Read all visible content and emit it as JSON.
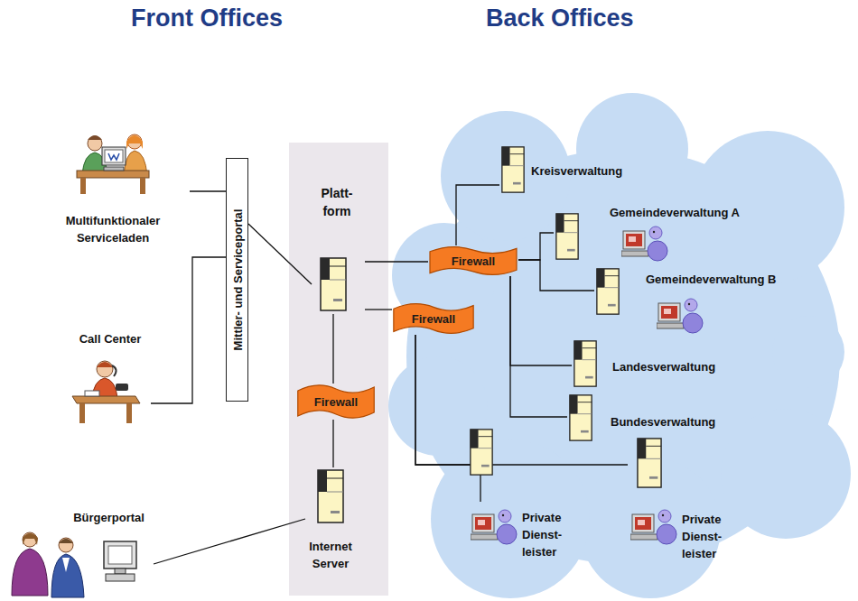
{
  "diagram": {
    "nodes": [
      {
        "text": [
          "Multifunktionaler Serviceladen"
        ]
      },
      {
        "text": [
          "Call Center"
        ]
      },
      {
        "text": [
          "Bürgerportal"
        ]
      },
      {
        "text": [
          "Mittler- und Serviceportal"
        ]
      },
      {
        "text": [
          "Platt- form"
        ]
      },
      {
        "text": [
          "Internet Server"
        ]
      },
      {
        "text": [
          "Firewall"
        ]
      },
      {
        "text": [
          "Firewall"
        ]
      },
      {
        "text": [
          "Firewall"
        ]
      },
      {
        "text": [
          "Kreisverwaltung"
        ]
      },
      {
        "text": [
          "Gemeindeverwaltung A"
        ]
      },
      {
        "text": [
          "Gemeindeverwaltung B"
        ]
      },
      {
        "text": [
          "Landesverwaltung"
        ]
      },
      {
        "text": [
          "Bundesverwaltung"
        ]
      },
      {
        "text": [
          "Private Dienst- leister"
        ]
      },
      {
        "text": [
          "Private Dienst- leister"
        ]
      }
    ],
    "edges": [
      {
        "from": 0,
        "to": 3,
        "arrow": "none"
      },
      {
        "from": 1,
        "to": 3,
        "arrow": "none"
      },
      {
        "from": 3,
        "to": 4,
        "arrow": "none"
      },
      {
        "from": 2,
        "to": 5,
        "arrow": "none"
      },
      {
        "from": 4,
        "to": 6,
        "arrow": "none"
      },
      {
        "from": 6,
        "to": 5,
        "arrow": "none"
      },
      {
        "from": 4,
        "to": 7,
        "arrow": "none"
      },
      {
        "from": 7,
        "to": 9,
        "arrow": "none"
      },
      {
        "from": 7,
        "to": 10,
        "arrow": "none"
      },
      {
        "from": 7,
        "to": 11,
        "arrow": "none"
      },
      {
        "from": 7,
        "to": 12,
        "arrow": "none"
      },
      {
        "from": 7,
        "to": 13,
        "arrow": "none"
      },
      {
        "from": 4,
        "to": 8,
        "arrow": "none"
      },
      {
        "from": 8,
        "to": 14,
        "arrow": "none"
      },
      {
        "from": 8,
        "to": 15,
        "arrow": "none"
      }
    ],
    "labels": [
      "Front Offices",
      "Back Offices"
    ]
  }
}
